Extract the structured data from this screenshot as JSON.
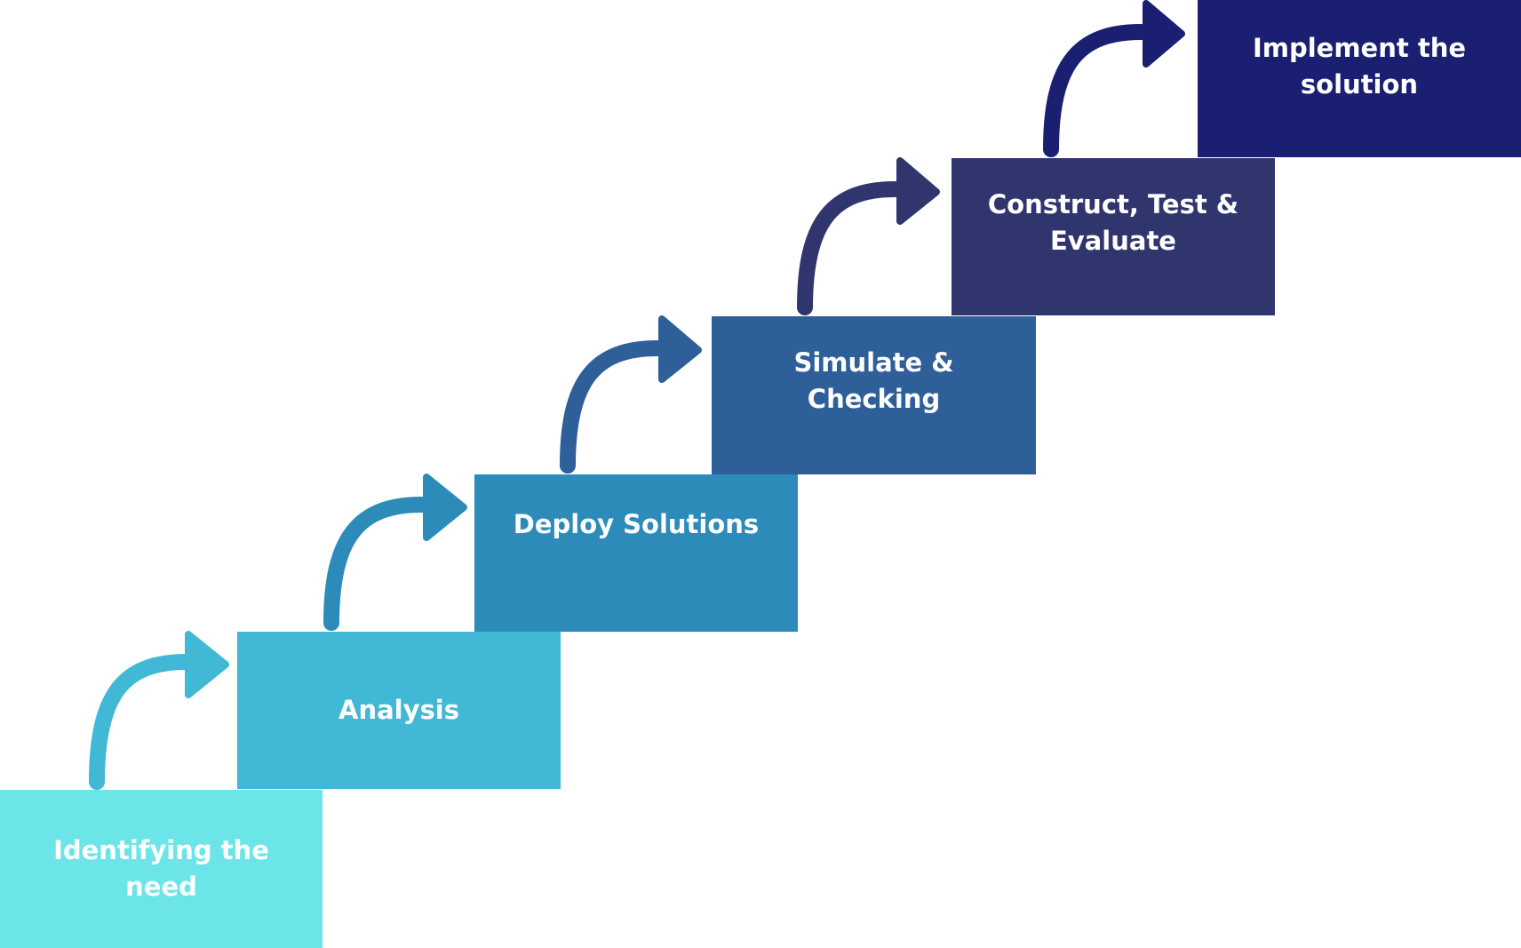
{
  "diagram": {
    "steps": [
      {
        "label": "Identifying the need",
        "color": "#6ce5e8"
      },
      {
        "label": "Analysis",
        "color": "#41b8d5"
      },
      {
        "label": "Deploy Solutions",
        "color": "#2d8bba"
      },
      {
        "label": "Simulate & Checking",
        "color": "#2f5f98"
      },
      {
        "label": "Construct, Test & Evaluate",
        "color": "#31356e"
      },
      {
        "label": "Implement the solution",
        "color": "#1a1f71"
      }
    ],
    "arrow_colors": [
      "#41b8d5",
      "#2d8bba",
      "#2f5f98",
      "#31356e",
      "#1a1f71"
    ]
  }
}
